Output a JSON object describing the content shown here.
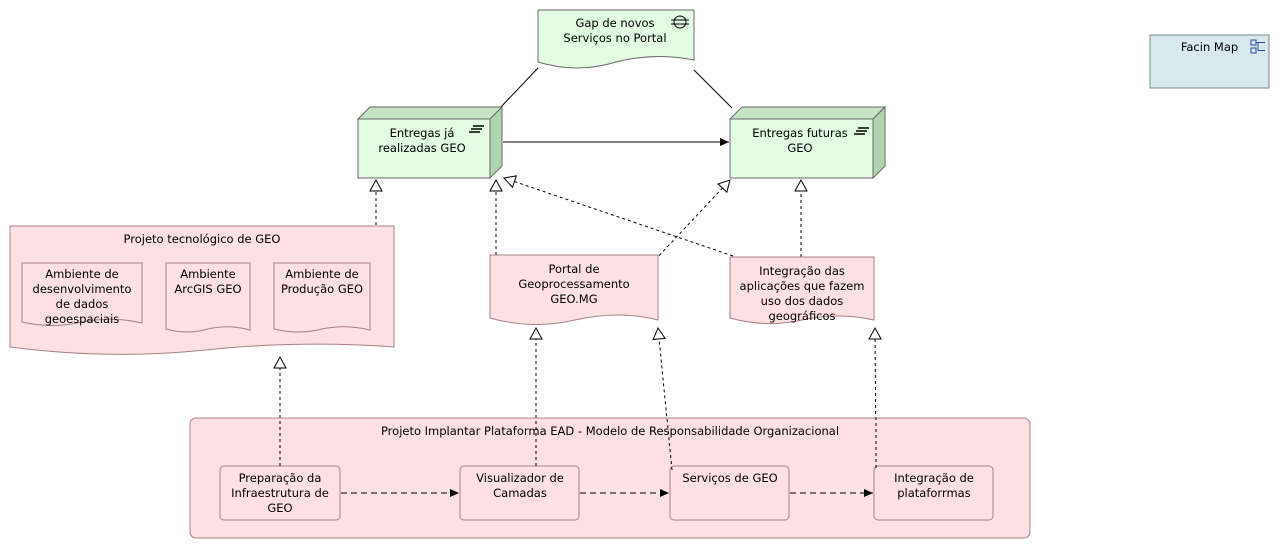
{
  "gap": {
    "label": "Gap de novos Serviços no Portal",
    "icon": "gap-icon"
  },
  "entregas_realizadas": {
    "label": "Entregas já realizadas GEO",
    "icon": "deliverable-icon"
  },
  "entregas_futuras": {
    "label": "Entregas futuras GEO",
    "icon": "deliverable-icon"
  },
  "facin": {
    "label": "Facin Map",
    "icon": "map-icon"
  },
  "projeto_tecnologico": {
    "title": "Projeto tecnológico de GEO",
    "items": [
      "Ambiente de desenvolvimento de dados geoespaciais",
      "Ambiente ArcGIS GEO",
      "Ambiente de Produção GEO"
    ]
  },
  "portal": {
    "label": "Portal de Geoprocessamento GEO.MG"
  },
  "integracao_aplicacoes": {
    "label": "Integração das aplicações que fazem uso dos dados geográficos"
  },
  "projeto_ead": {
    "title": "Projeto Implantar Plataforma EAD - Modelo de Responsabilidade Organizacional",
    "steps": [
      "Preparação da Infraestrutura de GEO",
      "Visualizador de Camadas",
      "Serviços de GEO",
      "Integração de plataforrmas"
    ]
  },
  "colors": {
    "green_fill": "#e2fbe2",
    "green_side": "#c4e4c4",
    "pink_fill": "#fde0e3",
    "pink_stroke": "#b58a8e",
    "blue_fill": "#d8e8ec",
    "stroke": "#5a5a5a"
  }
}
